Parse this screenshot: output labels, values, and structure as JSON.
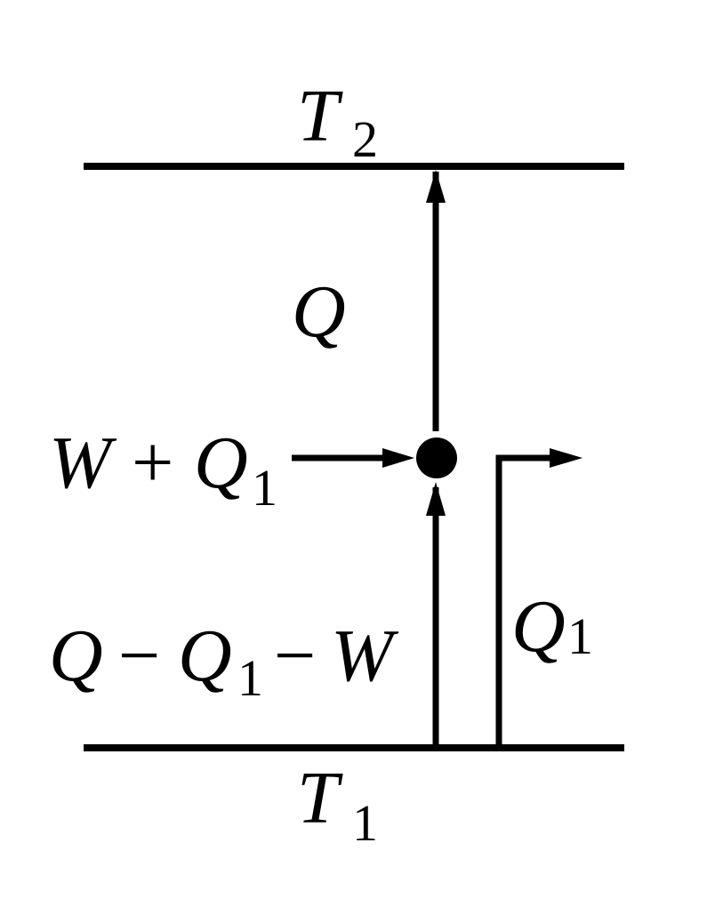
{
  "diagram": {
    "reservoirs": {
      "hot": {
        "symbol": "T",
        "subscript": "2"
      },
      "cold": {
        "symbol": "T",
        "subscript": "1"
      }
    },
    "labels": {
      "upper_flow": {
        "symbol": "Q"
      },
      "work_input": {
        "part1": "W",
        "op1": "+",
        "part2": "Q",
        "part2_sub": "1"
      },
      "lower_flow": {
        "part1": "Q",
        "op1": "−",
        "part2": "Q",
        "part2_sub": "1",
        "op2": "−",
        "part3": "W"
      },
      "side_flow": {
        "symbol": "Q",
        "subscript": "1"
      }
    },
    "colors": {
      "ink": "#000000",
      "background": "#ffffff"
    }
  }
}
